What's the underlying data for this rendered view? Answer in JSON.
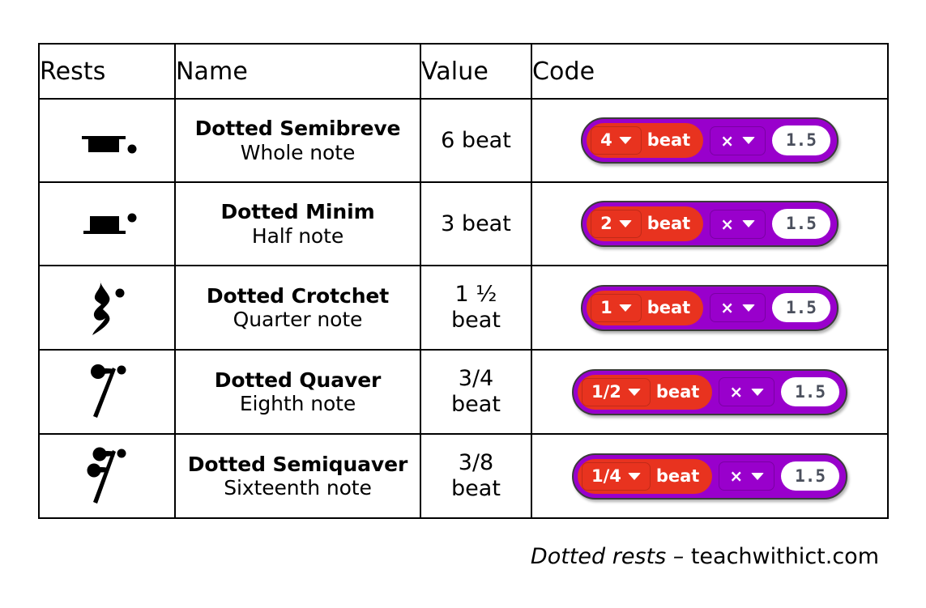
{
  "table": {
    "headers": [
      "Rests",
      "Name",
      "Value",
      "Code"
    ],
    "rows": [
      {
        "rest_icon": "dotted-semibreve-rest",
        "name_main": "Dotted Semibreve",
        "name_sub": "Whole note",
        "value": "6 beat",
        "code": {
          "beat_value": "4",
          "beat_label": "beat",
          "operator": "×",
          "number": "1.5"
        }
      },
      {
        "rest_icon": "dotted-minim-rest",
        "name_main": "Dotted Minim",
        "name_sub": "Half note",
        "value": "3 beat",
        "code": {
          "beat_value": "2",
          "beat_label": "beat",
          "operator": "×",
          "number": "1.5"
        }
      },
      {
        "rest_icon": "dotted-crotchet-rest",
        "name_main": "Dotted Crotchet",
        "name_sub": "Quarter note",
        "value": "1 ½\nbeat",
        "code": {
          "beat_value": "1",
          "beat_label": "beat",
          "operator": "×",
          "number": "1.5"
        }
      },
      {
        "rest_icon": "dotted-quaver-rest",
        "name_main": "Dotted Quaver",
        "name_sub": "Eighth note",
        "value": "3/4\nbeat",
        "code": {
          "beat_value": "1/2",
          "beat_label": "beat",
          "operator": "×",
          "number": "1.5"
        }
      },
      {
        "rest_icon": "dotted-semiquaver-rest",
        "name_main": "Dotted Semiquaver",
        "name_sub": "Sixteenth note",
        "value": "3/8\nbeat",
        "code": {
          "beat_value": "1/4",
          "beat_label": "beat",
          "operator": "×",
          "number": "1.5"
        }
      }
    ]
  },
  "footer": {
    "title": "Dotted rests",
    "separator": " – ",
    "site": "teachwithict.com"
  },
  "colors": {
    "operator_block": "#9900CC",
    "beat_block": "#E8331F",
    "number_text": "#4a4f5c",
    "block_outline": "#3b3b3b",
    "table_border": "#000000"
  }
}
